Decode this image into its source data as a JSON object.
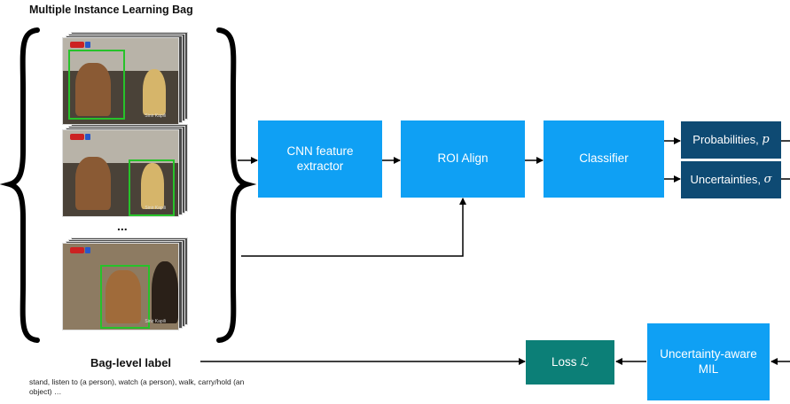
{
  "title": "Multiple Instance Learning Bag",
  "ellipsis": "...",
  "frames": [
    {
      "caption": "Sinir Kapili"
    },
    {
      "caption": "Sinir Kapili"
    },
    {
      "caption": "Sinir Kapili"
    }
  ],
  "boxes": {
    "cnn": "CNN feature extractor",
    "roi": "ROI Align",
    "classifier": "Classifier",
    "probabilities_label": "Probabilities,",
    "probabilities_symbol": "p",
    "uncertainties_label": "Uncertainties,",
    "uncertainties_symbol": "σ",
    "loss_label": "Loss",
    "loss_symbol": "ℒ",
    "mil": "Uncertainty-aware MIL"
  },
  "bag_label": {
    "title": "Bag-level label",
    "values": "stand, listen to (a person), watch (a person), walk, carry/hold (an object) …"
  },
  "colors": {
    "process_box": "#0fa0f4",
    "output_box": "#0e4a73",
    "loss_box": "#0c7f77",
    "bounding_box": "#27c22a"
  }
}
